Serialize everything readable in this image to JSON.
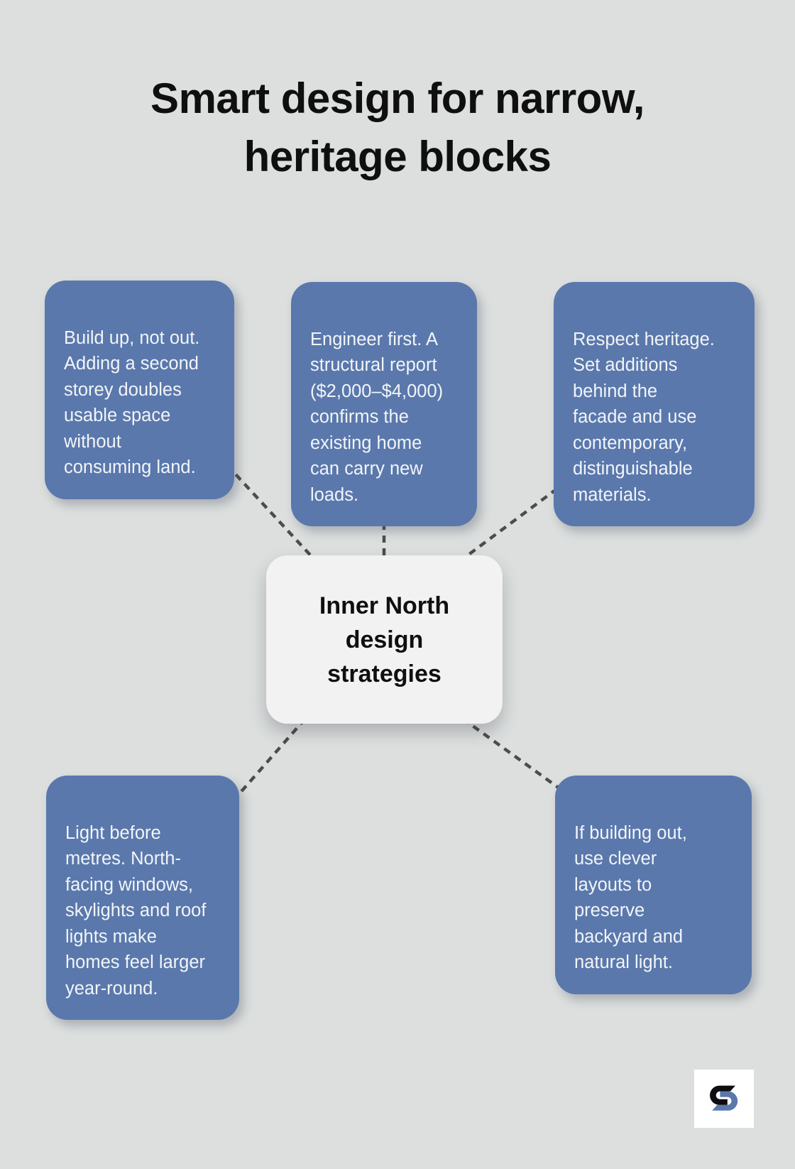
{
  "title": "Smart design for narrow,\nheritage blocks",
  "center_node": {
    "label": "Inner North\ndesign\nstrategies"
  },
  "cards": [
    {
      "id": "build-up",
      "text": "Build up, not out.\nAdding a second\nstorey doubles\nusable space\nwithout\nconsuming land."
    },
    {
      "id": "engineer-first",
      "text": "Engineer first. A\nstructural report\n($2,000–$4,000)\nconfirms the\nexisting home\ncan carry new\nloads."
    },
    {
      "id": "respect-heritage",
      "text": "Respect heritage.\nSet additions\nbehind the\nfacade and use\ncontemporary,\ndistinguishable\nmaterials."
    },
    {
      "id": "light-before-metres",
      "text": "Light before\nmetres. North-\nfacing windows,\nskylights and roof\nlights make\nhomes feel larger\nyear-round."
    },
    {
      "id": "if-building-out",
      "text": "If building out,\nuse clever\nlayouts to\npreserve\nbackyard and\nnatural light."
    }
  ],
  "icons": [
    {
      "name": "brand-s-logo"
    }
  ],
  "colors": {
    "background": "#dcdfde",
    "accent": "#5a78ac",
    "card_text": "#f2f5f8",
    "node_background": "#f1f2f1",
    "ink": "#0f0f0f",
    "dash": "#4c4c4c",
    "logo_dark": "#0d0d12"
  }
}
